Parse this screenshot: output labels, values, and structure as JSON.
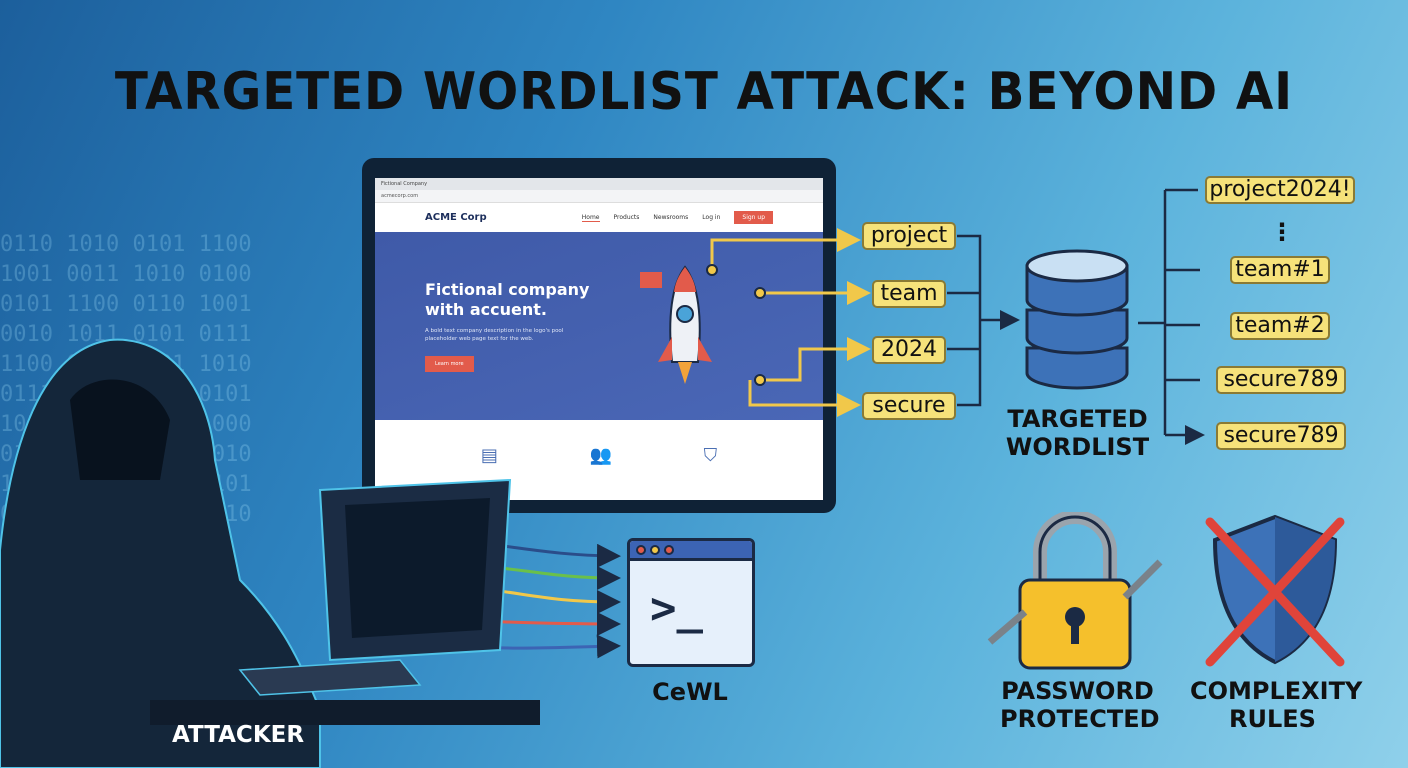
{
  "title": "TARGETED WORDLIST ATTACK: BEYOND AI",
  "browser": {
    "tab": "Fictional Company",
    "url": "acmecorp.com",
    "brand": "ACME Corp",
    "nav": [
      "Home",
      "Products",
      "Newsrooms",
      "Log in"
    ],
    "signup": "Sign up",
    "hero_title": "Fictional company with accuent.",
    "hero_text": "A bold text company description in the logo's pool placeholder web page text for the web.",
    "cta": "Learn more"
  },
  "extracted_words": [
    "project",
    "team",
    "2024",
    "secure"
  ],
  "wordlist_label": "TARGETED WORDLIST",
  "generated": [
    "project2024!",
    "team#1",
    "team#2",
    "secure789",
    "secure789"
  ],
  "ellipsis": "⋮",
  "tool": {
    "label": "CeWL",
    "prompt": ">_"
  },
  "attacker_label": "ATTACKER",
  "bypassed": [
    {
      "label": "PASSWORD PROTECTED",
      "icon": "broken-padlock-icon"
    },
    {
      "label": "COMPLEXITY RULES",
      "icon": "crossed-shield-icon"
    }
  ],
  "colors": {
    "word_bg": "#f6e27a",
    "hero": "#3f5aa8",
    "accent": "#e25b4b"
  }
}
